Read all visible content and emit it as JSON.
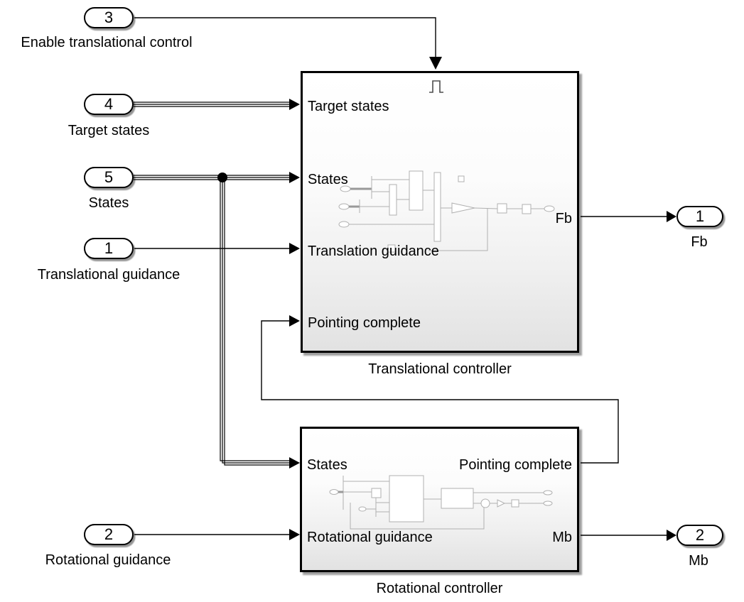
{
  "app": {
    "type": "simulink-block-diagram"
  },
  "inports": [
    {
      "num": "3",
      "label": "Enable translational control"
    },
    {
      "num": "4",
      "label": "Target states"
    },
    {
      "num": "5",
      "label": "States"
    },
    {
      "num": "1",
      "label": "Translational guidance"
    },
    {
      "num": "2",
      "label": "Rotational guidance"
    }
  ],
  "outports": [
    {
      "num": "1",
      "label": "Fb"
    },
    {
      "num": "2",
      "label": "Mb"
    }
  ],
  "blocks": {
    "translational": {
      "caption": "Translational controller",
      "ports": {
        "target_states": "Target states",
        "states": "States",
        "translation_guidance": "Translation guidance",
        "pointing_complete": "Pointing complete",
        "fb": "Fb"
      }
    },
    "rotational": {
      "caption": "Rotational controller",
      "ports": {
        "states": "States",
        "rotational_guidance": "Rotational guidance",
        "pointing_complete": "Pointing complete",
        "mb": "Mb"
      }
    }
  },
  "icons": {
    "enable_trigger": "pulse-enable-icon"
  },
  "colors": {
    "wire": "#000000",
    "block_border": "#000000",
    "block_fill_top": "#ffffff",
    "block_fill_bottom": "#e2e2e2",
    "shadow": "#9b9b9b",
    "thumbnail_stroke": "#b0b0b0",
    "background": "#ffffff"
  }
}
